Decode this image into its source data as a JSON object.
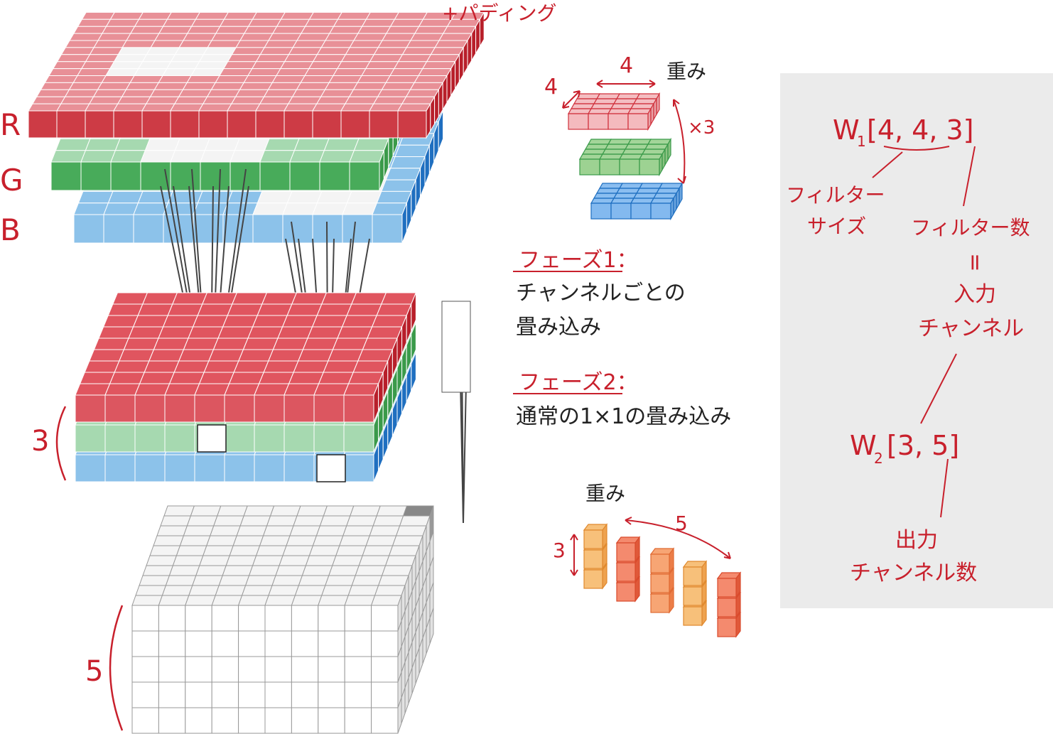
{
  "labels": {
    "padding": "+パディング",
    "r": "R",
    "g": "G",
    "b": "B",
    "depthwise_depth": "3",
    "pointwise_depth": "5"
  },
  "depthwise_weights": {
    "title": "重み",
    "width": "4",
    "height": "4",
    "count": "×3"
  },
  "phase1": {
    "title": "フェーズ1：",
    "line1": "チャンネルごとの",
    "line2": "畳み込み"
  },
  "phase2": {
    "title": "フェーズ2：",
    "line1": "通常の1×1の畳み込み"
  },
  "pointwise_weights": {
    "title": "重み",
    "depth": "3",
    "count": "5"
  },
  "formula_panel": {
    "w1_prefix": "W",
    "w1_sub": "1",
    "w1_body": "[4, 4, 3]",
    "filter_size_line1": "フィルター",
    "filter_size_line2": "サイズ",
    "filter_count": "フィルター数",
    "equals": "=",
    "input_channels_line1": "入力",
    "input_channels_line2": "チャンネル",
    "w2_prefix": "W",
    "w2_sub": "2",
    "w2_body": "[3, 5]",
    "output_channels_line1": "出力",
    "output_channels_line2": "チャンネル数"
  },
  "colors": {
    "red": "#d0323d",
    "red_light": "#e89097",
    "green": "#3a9a4a",
    "green_light": "#a6d9b0",
    "blue": "#1f6fc0",
    "blue_light": "#8cc2ea",
    "orange": "#f2a650",
    "orange_red": "#ec6a48",
    "annotation": "#c8202c",
    "panel_bg": "#ebebeb"
  }
}
